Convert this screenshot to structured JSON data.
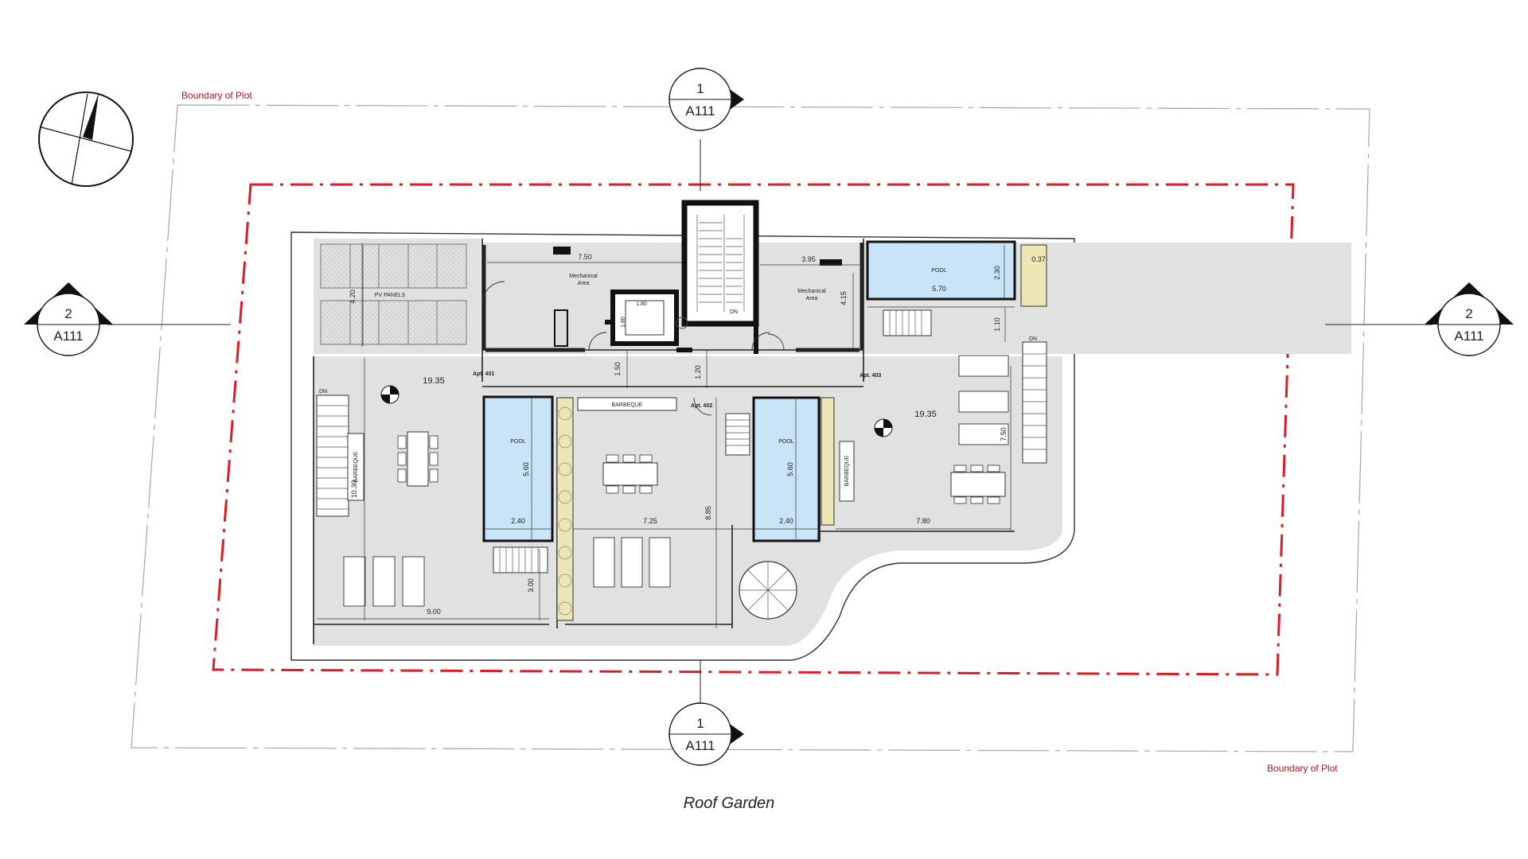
{
  "title": "Roof Garden",
  "boundary_labels": [
    "Boundary of Plot",
    "Boundary of Plot"
  ],
  "section_markers": {
    "top": {
      "num": "1",
      "sheet": "A111"
    },
    "bottom": {
      "num": "1",
      "sheet": "A111"
    },
    "left": {
      "num": "2",
      "sheet": "A111"
    },
    "right": {
      "num": "2",
      "sheet": "A111"
    }
  },
  "labels": {
    "pv_panels": "PV PANELS",
    "mech_area_1": [
      "Mechanical",
      "Area"
    ],
    "mech_area_2": [
      "Mechanical",
      "Area"
    ],
    "pool": "POOL",
    "barbeque": "BARBEQUE",
    "dn": "DN",
    "apt_401": "Apt. 401",
    "apt_402": "Apt. 402",
    "apt_403": "Apt. 403"
  },
  "dimensions": {
    "d750": "7.50",
    "d395": "3.95",
    "d420": "4.20",
    "d180": "1.80",
    "d180v": "1.80",
    "d415": "4.15",
    "d230": "2.30",
    "d570": "5.70",
    "d037": "0.37",
    "d110": "1.10",
    "d150": "1.50",
    "d120": "1.20",
    "d1935a": "19.35",
    "d1935b": "19.35",
    "d1030": "10.30",
    "d560a": "5.60",
    "d240a": "2.40",
    "d725": "7.25",
    "d885": "8.85",
    "d560b": "5.60",
    "d240b": "2.40",
    "d780": "7.80",
    "d750b": "7.50",
    "d300": "3.00",
    "d900": "9.00"
  },
  "colors": {
    "pool": "#c9e4f7",
    "floor": "#e1e1e1",
    "planter": "#ece6b4",
    "boundary_red": "#d91e26",
    "wall": "#111111"
  }
}
